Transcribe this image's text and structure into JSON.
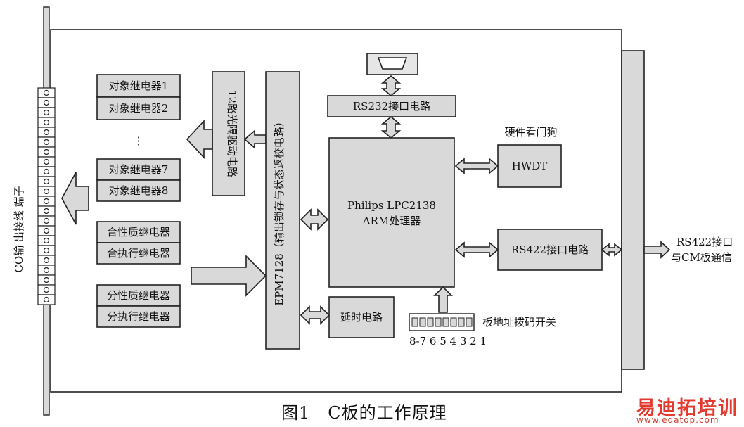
{
  "diagram": {
    "terminal_label": "CO输 出接线 端子",
    "relays_group_1": [
      "对象继电器1",
      "对象继电器2"
    ],
    "ellipsis": "⋮",
    "relays_group_2": [
      "对象继电器7",
      "对象继电器8"
    ],
    "relays_group_3": [
      "合性质继电器",
      "合执行继电器"
    ],
    "relays_group_4": [
      "分性质继电器",
      "分执行继电器"
    ],
    "optocoupler_driver": "12路光隔驱动电路",
    "cpld": "EPM7128（输出锁存与状态返校电路）",
    "rs232": "RS232接口电路",
    "processor": [
      "Philips LPC2138",
      "ARM处理器"
    ],
    "watchdog_title": "硬件看门狗",
    "hwdt": "HWDT",
    "rs422": "RS422接口电路",
    "rs422_comm": [
      "RS422接口",
      "与CM板通信"
    ],
    "delay": "延时电路",
    "dip_switch_label": "板地址拨码开关",
    "dip_numbers": "8-7 6 5 4 3 2 1"
  },
  "caption": "图1　C板的工作原理",
  "watermark": {
    "brand": "易迪拓培训",
    "url": "www.edatop.com"
  }
}
